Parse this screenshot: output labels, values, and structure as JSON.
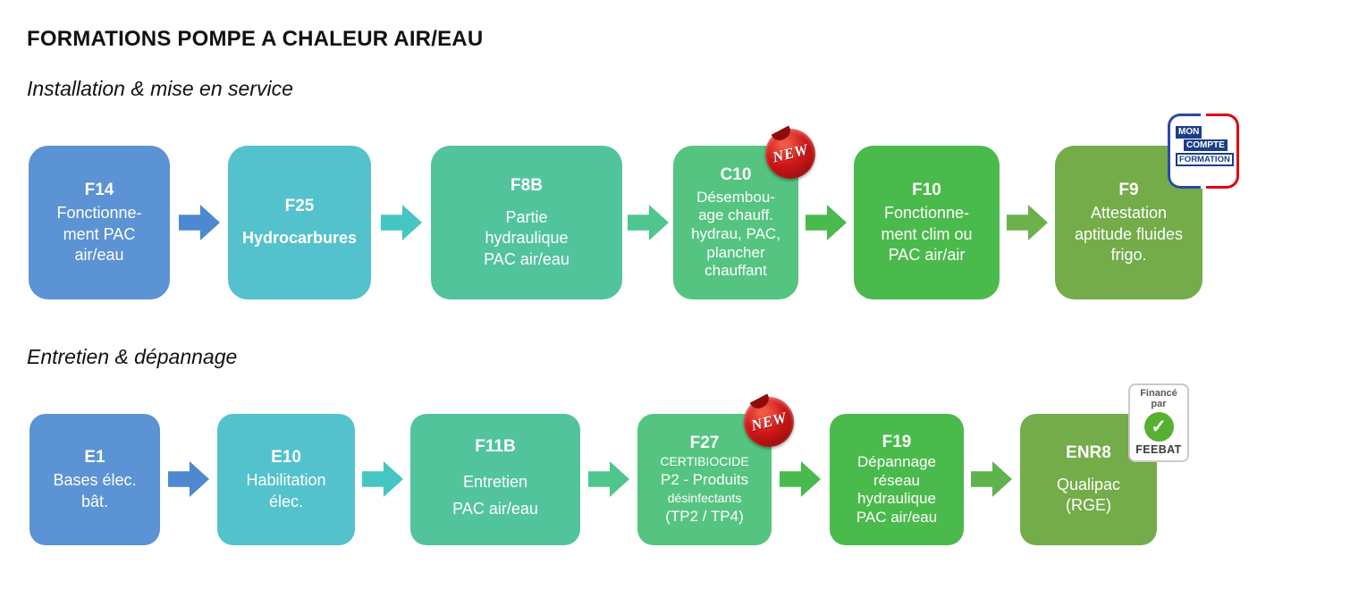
{
  "title": "FORMATIONS POMPE A CHALEUR AIR/EAU",
  "palette": {
    "blue": "#5B93D4",
    "teal": "#53C2CC",
    "seagreen": "#52C49C",
    "green": "#55C480",
    "bright_green": "#4BBA4C",
    "olive_green": "#73AC49"
  },
  "sections": [
    {
      "label": "Installation & mise en service",
      "boxes": [
        {
          "code": "F14",
          "label": "Fonctionne-\nment PAC\nair/eau",
          "color": "#5B93D4"
        },
        {
          "code": "F25",
          "label": "Hydrocarbures",
          "color": "#53C2CC"
        },
        {
          "code": "F8B",
          "label": "Partie\nhydraulique\nPAC air/eau",
          "color": "#52C49C"
        },
        {
          "code": "C10",
          "label": "Désembou-\nage chauff.\nhydrau, PAC,\nplancher\nchauffant",
          "color": "#55C480",
          "badge": "NEW"
        },
        {
          "code": "F10",
          "label": "Fonctionne-\nment clim ou\nPAC air/air",
          "color": "#4BBA4C"
        },
        {
          "code": "F9",
          "label": "Attestation\naptitude fluides\nfrigo.",
          "color": "#73AC49",
          "badge": "MON COMPTE FORMATION"
        }
      ],
      "arrows": [
        "#4C89CF",
        "#45C6C2",
        "#4FC68E",
        "#48BA4E",
        "#6DB04E"
      ]
    },
    {
      "label": "Entretien & dépannage",
      "boxes": [
        {
          "code": "E1",
          "label": "Bases élec.\nbât.",
          "color": "#5B93D4"
        },
        {
          "code": "E10",
          "label": "Habilitation\nélec.",
          "color": "#53C2CC"
        },
        {
          "code": "F11B",
          "label": "Entretien\nPAC air/eau",
          "color": "#52C49C"
        },
        {
          "code": "F27",
          "lines": [
            "CERTIBIOCIDE",
            "P2 - Produits",
            "désinfectants",
            "(TP2 / TP4)"
          ],
          "color": "#55C480",
          "badge": "NEW"
        },
        {
          "code": "F19",
          "label": "Dépannage\nréseau\nhydraulique\nPAC air/eau",
          "color": "#4BBA4C"
        },
        {
          "code": "ENR8",
          "label": "Qualipac\n(RGE)",
          "color": "#73AC49",
          "badge": "FEEBAT"
        }
      ],
      "arrows": [
        "#4C89CF",
        "#45C6C2",
        "#4FC68E",
        "#48BA4E",
        "#5FB34D"
      ]
    }
  ],
  "badges": {
    "new": {
      "text": "NEW",
      "color": "#C00000"
    },
    "mcf": {
      "line1": "MON",
      "line2": "COMPTE",
      "line3": "FORMATION",
      "navy": "#1C3E86",
      "blue": "#2C49A7",
      "red": "#E1000F"
    },
    "feebat": {
      "financed": "Financé\npar",
      "check_icon": "✓",
      "name": "FEEBAT",
      "green": "#58B031"
    }
  }
}
